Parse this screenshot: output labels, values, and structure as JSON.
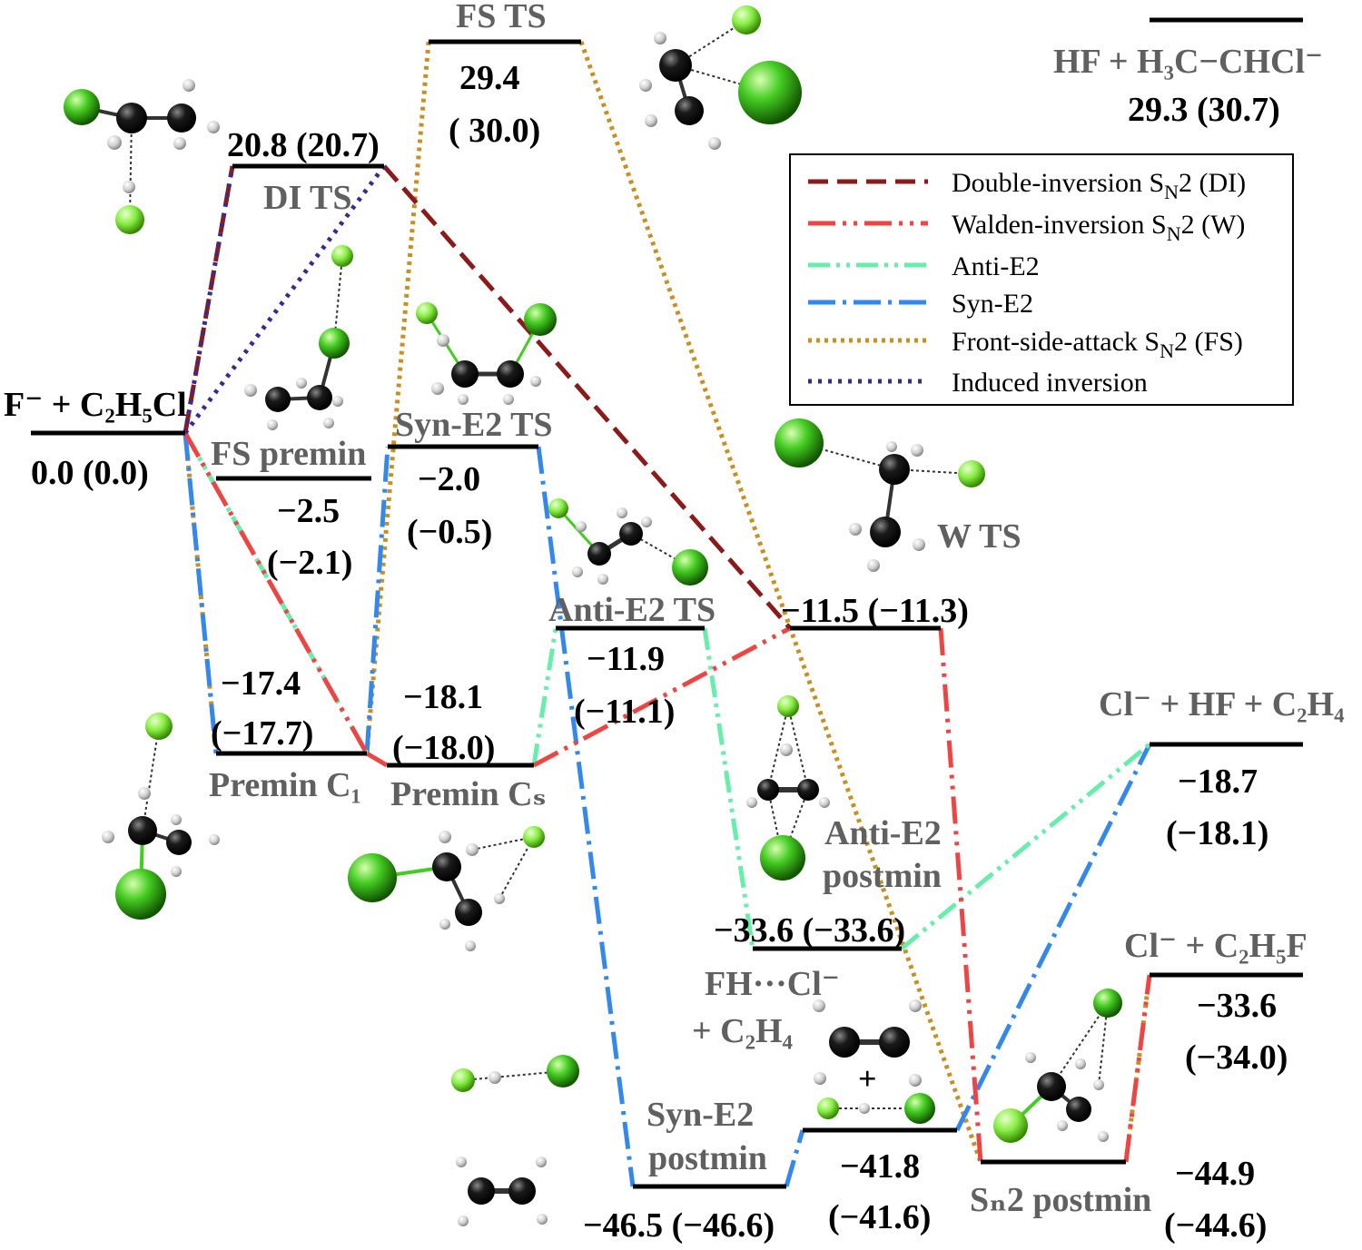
{
  "colors": {
    "DI": "#8b1a1a",
    "W": "#ee4444",
    "AntiE2": "#66eeaa",
    "SynE2": "#3388ee",
    "FS": "#c89020",
    "Induced": "#3a2a90",
    "level": "#000000",
    "value_text": "#000000",
    "name_text": "#606060",
    "atom_cl": "#33bb11",
    "atom_f": "#88ee44",
    "atom_c": "#111111",
    "atom_h": "#dddddd"
  },
  "legend": {
    "items": [
      {
        "key": "DI",
        "style": "dashed",
        "pre": "Double-inversion S",
        "sub": "N",
        "post": "2 (DI)"
      },
      {
        "key": "W",
        "style": "dash-dot-dot",
        "pre": "Walden-inversion S",
        "sub": "N",
        "post": "2 (W)"
      },
      {
        "key": "AntiE2",
        "style": "dash-dot-dot",
        "pre": "Anti-E2",
        "sub": "",
        "post": ""
      },
      {
        "key": "SynE2",
        "style": "dash-dot",
        "pre": "Syn-E2",
        "sub": "",
        "post": ""
      },
      {
        "key": "FS",
        "style": "dotted",
        "pre": "Front-side-attack S",
        "sub": "N",
        "post": "2 (FS)"
      },
      {
        "key": "Induced",
        "style": "dotted",
        "pre": "Induced inversion",
        "sub": "",
        "post": ""
      }
    ]
  },
  "levels": {
    "reactant": {
      "name": "F⁻ + C₂H₅Cl",
      "value": "0.0 (0.0)"
    },
    "di_ts": {
      "name": "DI TS",
      "value": "20.8 (20.7)"
    },
    "fs_ts": {
      "name": "FS TS",
      "value1": "29.4",
      "value2": "( 30.0)"
    },
    "hf_prod": {
      "name": "HF + H₃C−CHCl⁻",
      "value": "29.3 (30.7)"
    },
    "fs_premin": {
      "name": "FS premin",
      "value1": "−2.5",
      "value2": "(−2.1)"
    },
    "syn_ts": {
      "name": "Syn-E2 TS",
      "value1": "−2.0",
      "value2": "(−0.5)"
    },
    "w_ts": {
      "name": "W TS",
      "value": "−11.5 (−11.3)"
    },
    "anti_ts": {
      "name": "Anti-E2 TS",
      "value1": "−11.9",
      "value2": "(−11.1)"
    },
    "premin_c1": {
      "name": "Premin C₁",
      "value1": "−17.4",
      "value2": "(−17.7)"
    },
    "premin_cs": {
      "name": "Premin Cₛ",
      "value1": "−18.1",
      "value2": "(−18.0)"
    },
    "cl_hf_c2h4": {
      "name": "Cl⁻ + HF + C₂H₄",
      "value1": "−18.7",
      "value2": "(−18.1)"
    },
    "anti_post": {
      "name1": "Anti-E2",
      "name2": "postmin",
      "value": "−33.6 (−33.6)"
    },
    "cl_c2h5f": {
      "name": "Cl⁻ + C₂H₅F",
      "value1": "−33.6",
      "value2": "(−34.0)"
    },
    "fh_cl": {
      "name1": "FH···Cl⁻",
      "name2": "+ C₂H₄",
      "value1": "−41.8",
      "value2": "(−41.6)"
    },
    "sn2_post": {
      "name": "Sₙ2 postmin",
      "value1": "−44.9",
      "value2": "(−44.6)"
    },
    "syn_post": {
      "name1": "Syn-E2",
      "name2": "postmin",
      "value": "−46.5 (−46.6)"
    }
  },
  "molecule_extra": {
    "plus": "+"
  }
}
